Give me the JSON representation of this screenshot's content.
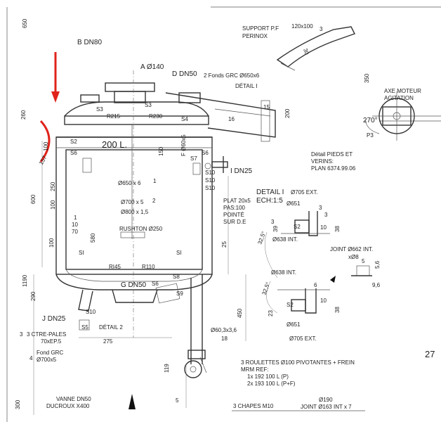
{
  "labels": {
    "b_dn80": "B DN80",
    "a_d140": "A Ø140",
    "d_dn50": "D DN50",
    "fonds_grc": "2 Fonds GRC Ø650x6",
    "detail_i_top": "DÉTAIL I",
    "support_pf": "SUPPORT P.F",
    "perinox": "PERINOX",
    "dim_120x100": "120x100",
    "dim_3_support": "3",
    "dim_30_support": "30",
    "dim_350": "350",
    "axe_moteur_1": "AXE MOTEUR",
    "axe_moteur_2": "AGITATION",
    "angle_270": "270°",
    "p3": "P3",
    "s3_left": "S3",
    "s3_right": "S3",
    "r215": "R215",
    "r230": "R230",
    "s4": "S4",
    "dim_15": "15",
    "dim_16": "16",
    "dim_200_right": "200",
    "dim_650": "650",
    "dim_260": "260",
    "dim_100_left": "100",
    "dim_157": "157",
    "vol_200l": "200 L.",
    "s2_top": "S2",
    "s6_left_top": "S6",
    "s6_right_top": "S6",
    "s7": "S7",
    "f_60x5": "F Ø60x5",
    "dim_150": "150",
    "detail_pieds_1": "Détail PIEDS ET",
    "detail_pieds_2": "VERINS:",
    "detail_pieds_3": "PLAN 6374.99.06",
    "i_dn25": "I DN25",
    "s10_a": "S10",
    "s10_b": "S10",
    "s10_c": "S10",
    "d650x6": "Ø650 x 6",
    "d700x5": "Ø700 x 5",
    "d800x15": "Ø800 x 1,5",
    "rushton": "RUSHTON Ø250",
    "sup_1": "1",
    "sup_2": "2",
    "plat_1": "PLAT 20x5",
    "plat_2": "PAS:100",
    "plat_3": "POINTÉ",
    "plat_4": "SUR D.E",
    "detail_i_title_1": "DETAIL I",
    "detail_i_title_2": "ECH:1:5",
    "d705_ext_top": "Ø705 EXT.",
    "d651_top": "Ø651",
    "dim_3_a": "3",
    "dim_3_b": "3",
    "dim_3_c": "3",
    "dim_10_top": "10",
    "dim_38_top": "38",
    "dim_39": "39",
    "s2_detail_top": "S2",
    "d638_int_top": "Ø638 INT.",
    "joint_662": "JOINT Ø662 INT.",
    "x08": "xØ8",
    "dim_5": "5",
    "dim_5_6": "5,6",
    "dim_9_6": "9,6",
    "d638_int_bot": "Ø638 INT.",
    "dim_325_top": "32,5°",
    "dim_325_bot": "32,5°",
    "dim_6": "6",
    "s2_detail_bot": "S2",
    "dim_10_bot": "10",
    "dim_38_bot": "38",
    "dim_23": "23",
    "d651_bot": "Ø651",
    "d705_ext_bot": "Ø705 EXT.",
    "dim_250": "250",
    "dim_600": "600",
    "dim_100_a": "100",
    "dim_100_b": "100",
    "dim_1_cote": "1",
    "dim_10_cote": "10",
    "dim_70": "70",
    "dim_580": "580",
    "dim_25": "25",
    "si_left": "SI",
    "si_right": "SI",
    "ri45": "RI45",
    "r110": "R110",
    "s8": "S8",
    "g_dn50": "G DN50",
    "s6_bottom": "S6",
    "s9": "S9",
    "s10_bottom": "S10",
    "j_dn25": "J DN25",
    "s5": "S5",
    "detail_2": "DÉTAIL 2",
    "dim_275": "275",
    "dim_1190": "1190",
    "dim_290": "290",
    "dim_450": "450",
    "d60_3x3_6": "Ø60,3x3,6",
    "dim_18": "18",
    "ctre_pales_1": "3 CTRE-PALES",
    "ctre_pales_2": "70xEP.5",
    "fond_grc_1": "Fond GRC",
    "fond_grc_2": "Ø700x5",
    "fond_4": "4",
    "dim_3_left": "3",
    "roulettes_1": "3 ROULETTES Ø100 PIVOTANTES + FREIN",
    "roulettes_2": "MRM REF:",
    "roulettes_3": "1x 192 100 L (P)",
    "roulettes_4": "2x 193 100 L (P+F)",
    "dim_119": "119",
    "dim_5_bottom": "5",
    "vanne_1": "VANNE DN50",
    "vanne_2": "DUCROUX X400",
    "dim_300": "300",
    "chapes": "3 CHAPES M10",
    "d190": "Ø190",
    "joint_163": "JOINT Ø163 INT x 7",
    "dim_27": "27"
  },
  "colors": {
    "annotation": "#e0241b",
    "ink": "#333333",
    "paper": "#ffffff"
  }
}
